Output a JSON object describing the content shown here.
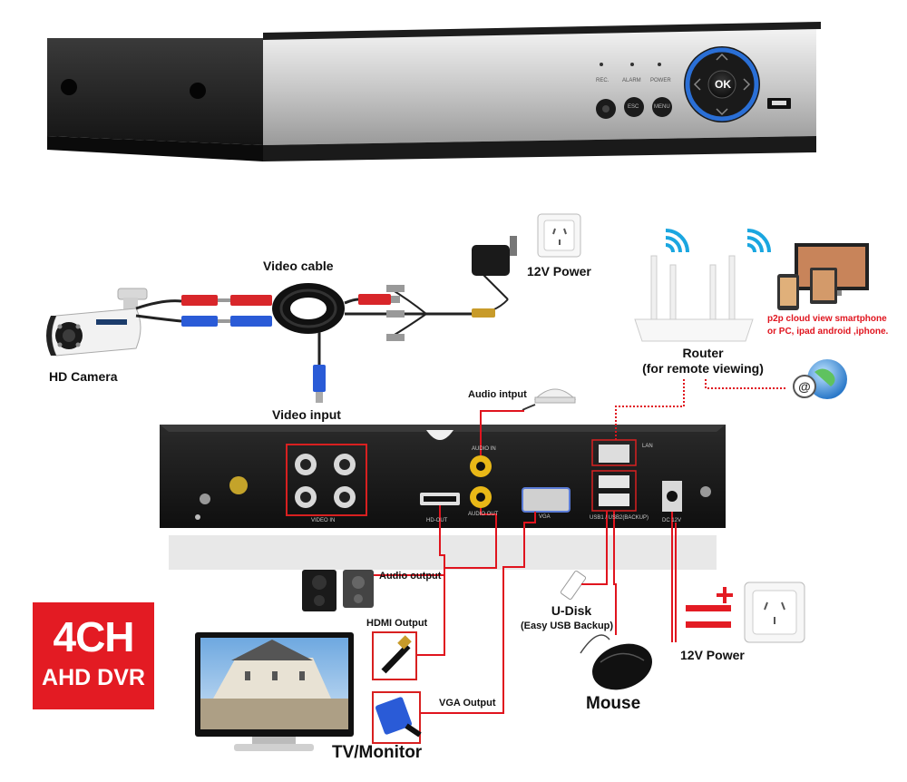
{
  "labels": {
    "video_cable": "Video cable",
    "power_top": "12V Power",
    "hd_camera": "HD Camera",
    "video_input": "Video input",
    "router": "Router",
    "router_sub": "(for remote viewing)",
    "p2p_line1": "p2p cloud  view smartphone",
    "p2p_line2": "or PC, ipad android ,iphone.",
    "audio_input": "Audio intput",
    "audio_output": "Audio output",
    "hdmi_output": "HDMI Output",
    "vga_output": "VGA Output",
    "u_disk": "U-Disk",
    "u_disk_sub": "(Easy USB Backup)",
    "power_bottom": "12V Power",
    "mouse": "Mouse",
    "tv_monitor": "TV/Monitor"
  },
  "badge": {
    "line1": "4CH",
    "line2": "AHD DVR"
  },
  "front_panel": {
    "rec": "REC.",
    "alarm": "ALARM",
    "power": "POWER",
    "esc": "ESC",
    "menu": "MENU",
    "ok": "OK"
  },
  "back_panel": {
    "video_in": "VIDEO IN",
    "audio_in": "AUDIO IN",
    "audio_out": "AUDIO OUT",
    "hd_out": "HD-OUT",
    "vga": "VGA",
    "lan": "LAN",
    "usb": "USB1 / USB2(BACKUP)",
    "dc": "DC 12V"
  },
  "colors": {
    "accent_red": "#e31b23",
    "line_red": "#e0141e",
    "ring_blue": "#2a6fd6"
  }
}
